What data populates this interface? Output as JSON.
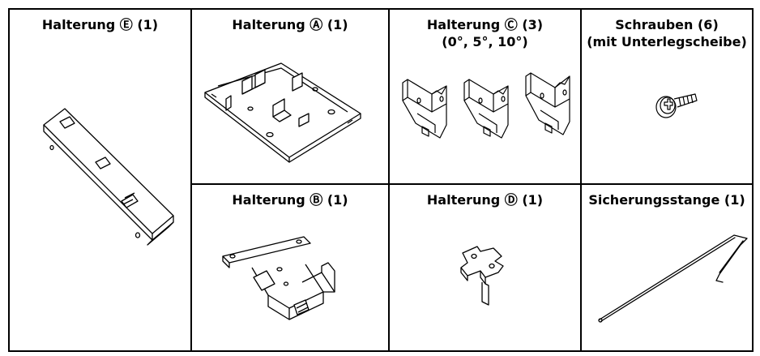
{
  "parts": {
    "a": {
      "title": "Halterung Ⓐ (1)"
    },
    "c": {
      "title": "Halterung Ⓒ (3)",
      "subtitle": "(0°, 5°, 10°)"
    },
    "e": {
      "title": "Halterung Ⓔ (1)"
    },
    "screws": {
      "title": "Schrauben (6)",
      "subtitle": "(mit Unterlegscheibe)"
    },
    "b": {
      "title": "Halterung Ⓑ (1)"
    },
    "d": {
      "title": "Halterung Ⓓ (1)"
    },
    "rod": {
      "title": "Sicherungsstange (1)"
    }
  }
}
